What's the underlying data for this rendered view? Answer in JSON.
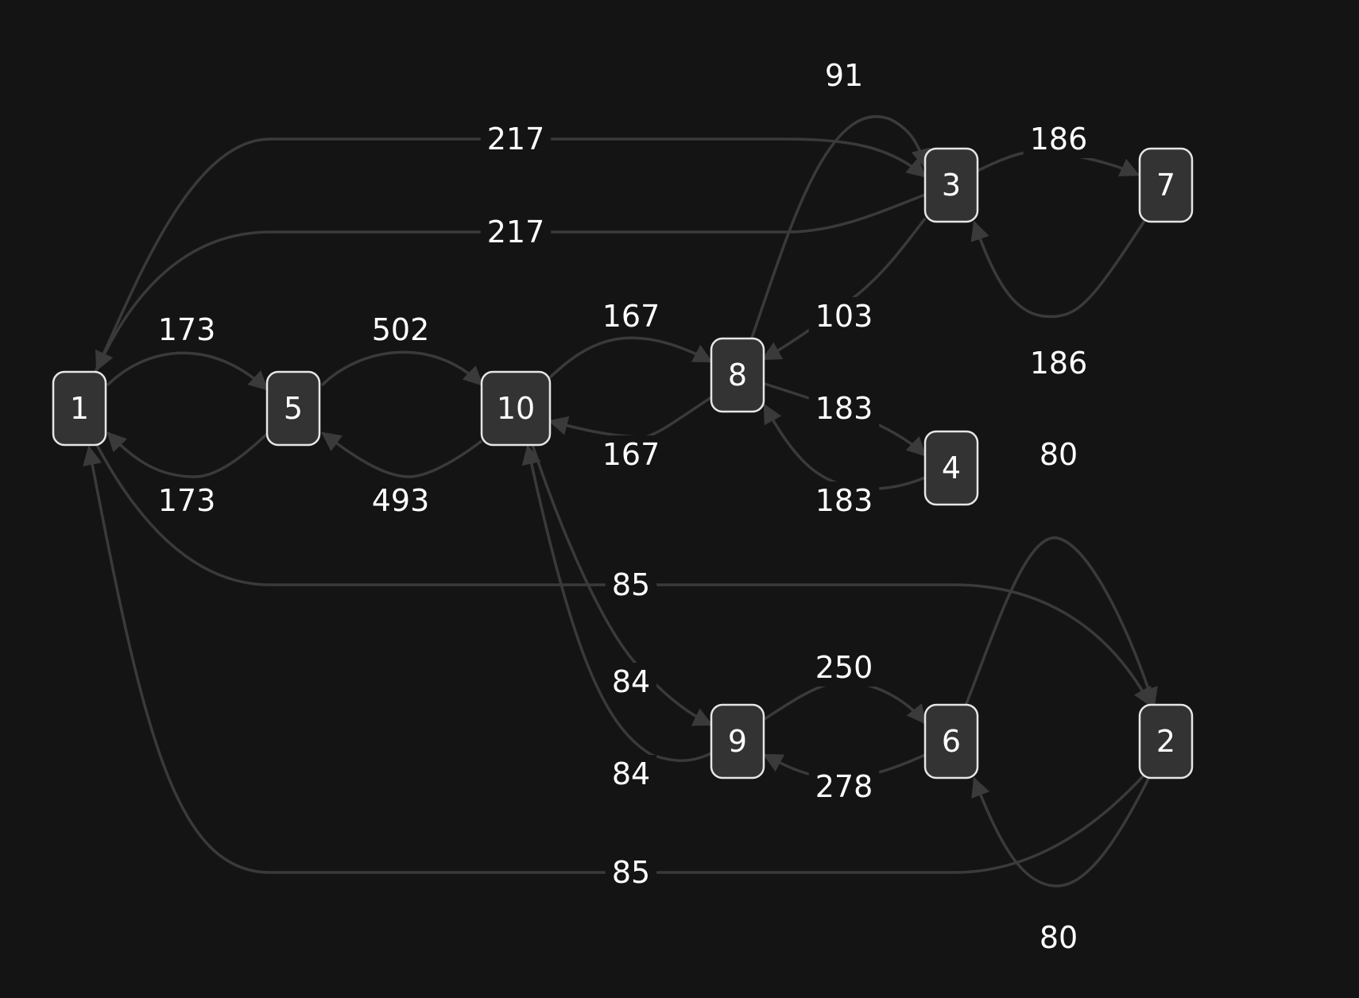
{
  "colors": {
    "background": "#141414",
    "edge": "#3a3a3a",
    "node_fill": "#333333",
    "node_stroke": "#e6e6e6",
    "text": "#ffffff"
  },
  "nodes": [
    {
      "id": "1",
      "label": "1"
    },
    {
      "id": "5",
      "label": "5"
    },
    {
      "id": "10",
      "label": "10"
    },
    {
      "id": "8",
      "label": "8"
    },
    {
      "id": "3",
      "label": "3"
    },
    {
      "id": "7",
      "label": "7"
    },
    {
      "id": "4",
      "label": "4"
    },
    {
      "id": "9",
      "label": "9"
    },
    {
      "id": "6",
      "label": "6"
    },
    {
      "id": "2",
      "label": "2"
    }
  ],
  "edges": [
    {
      "from": "1",
      "to": "5",
      "label": "173"
    },
    {
      "from": "5",
      "to": "1",
      "label": "173"
    },
    {
      "from": "5",
      "to": "10",
      "label": "502"
    },
    {
      "from": "10",
      "to": "5",
      "label": "493"
    },
    {
      "from": "10",
      "to": "8",
      "label": "167"
    },
    {
      "from": "8",
      "to": "10",
      "label": "167"
    },
    {
      "from": "1",
      "to": "3",
      "label": "217"
    },
    {
      "from": "3",
      "to": "1",
      "label": "217"
    },
    {
      "from": "8",
      "to": "3",
      "label": "91"
    },
    {
      "from": "3",
      "to": "8",
      "label": "103"
    },
    {
      "from": "3",
      "to": "7",
      "label": "186"
    },
    {
      "from": "7",
      "to": "3",
      "label": "186"
    },
    {
      "from": "8",
      "to": "4",
      "label": "183"
    },
    {
      "from": "4",
      "to": "8",
      "label": "183"
    },
    {
      "from": "6",
      "to": "2",
      "label": "80"
    },
    {
      "from": "2",
      "to": "6",
      "label": "80"
    },
    {
      "from": "1",
      "to": "2",
      "label": "85"
    },
    {
      "from": "2",
      "to": "1",
      "label": "85"
    },
    {
      "from": "10",
      "to": "9",
      "label": "84"
    },
    {
      "from": "9",
      "to": "10",
      "label": "84"
    },
    {
      "from": "9",
      "to": "6",
      "label": "250"
    },
    {
      "from": "6",
      "to": "9",
      "label": "278"
    }
  ]
}
